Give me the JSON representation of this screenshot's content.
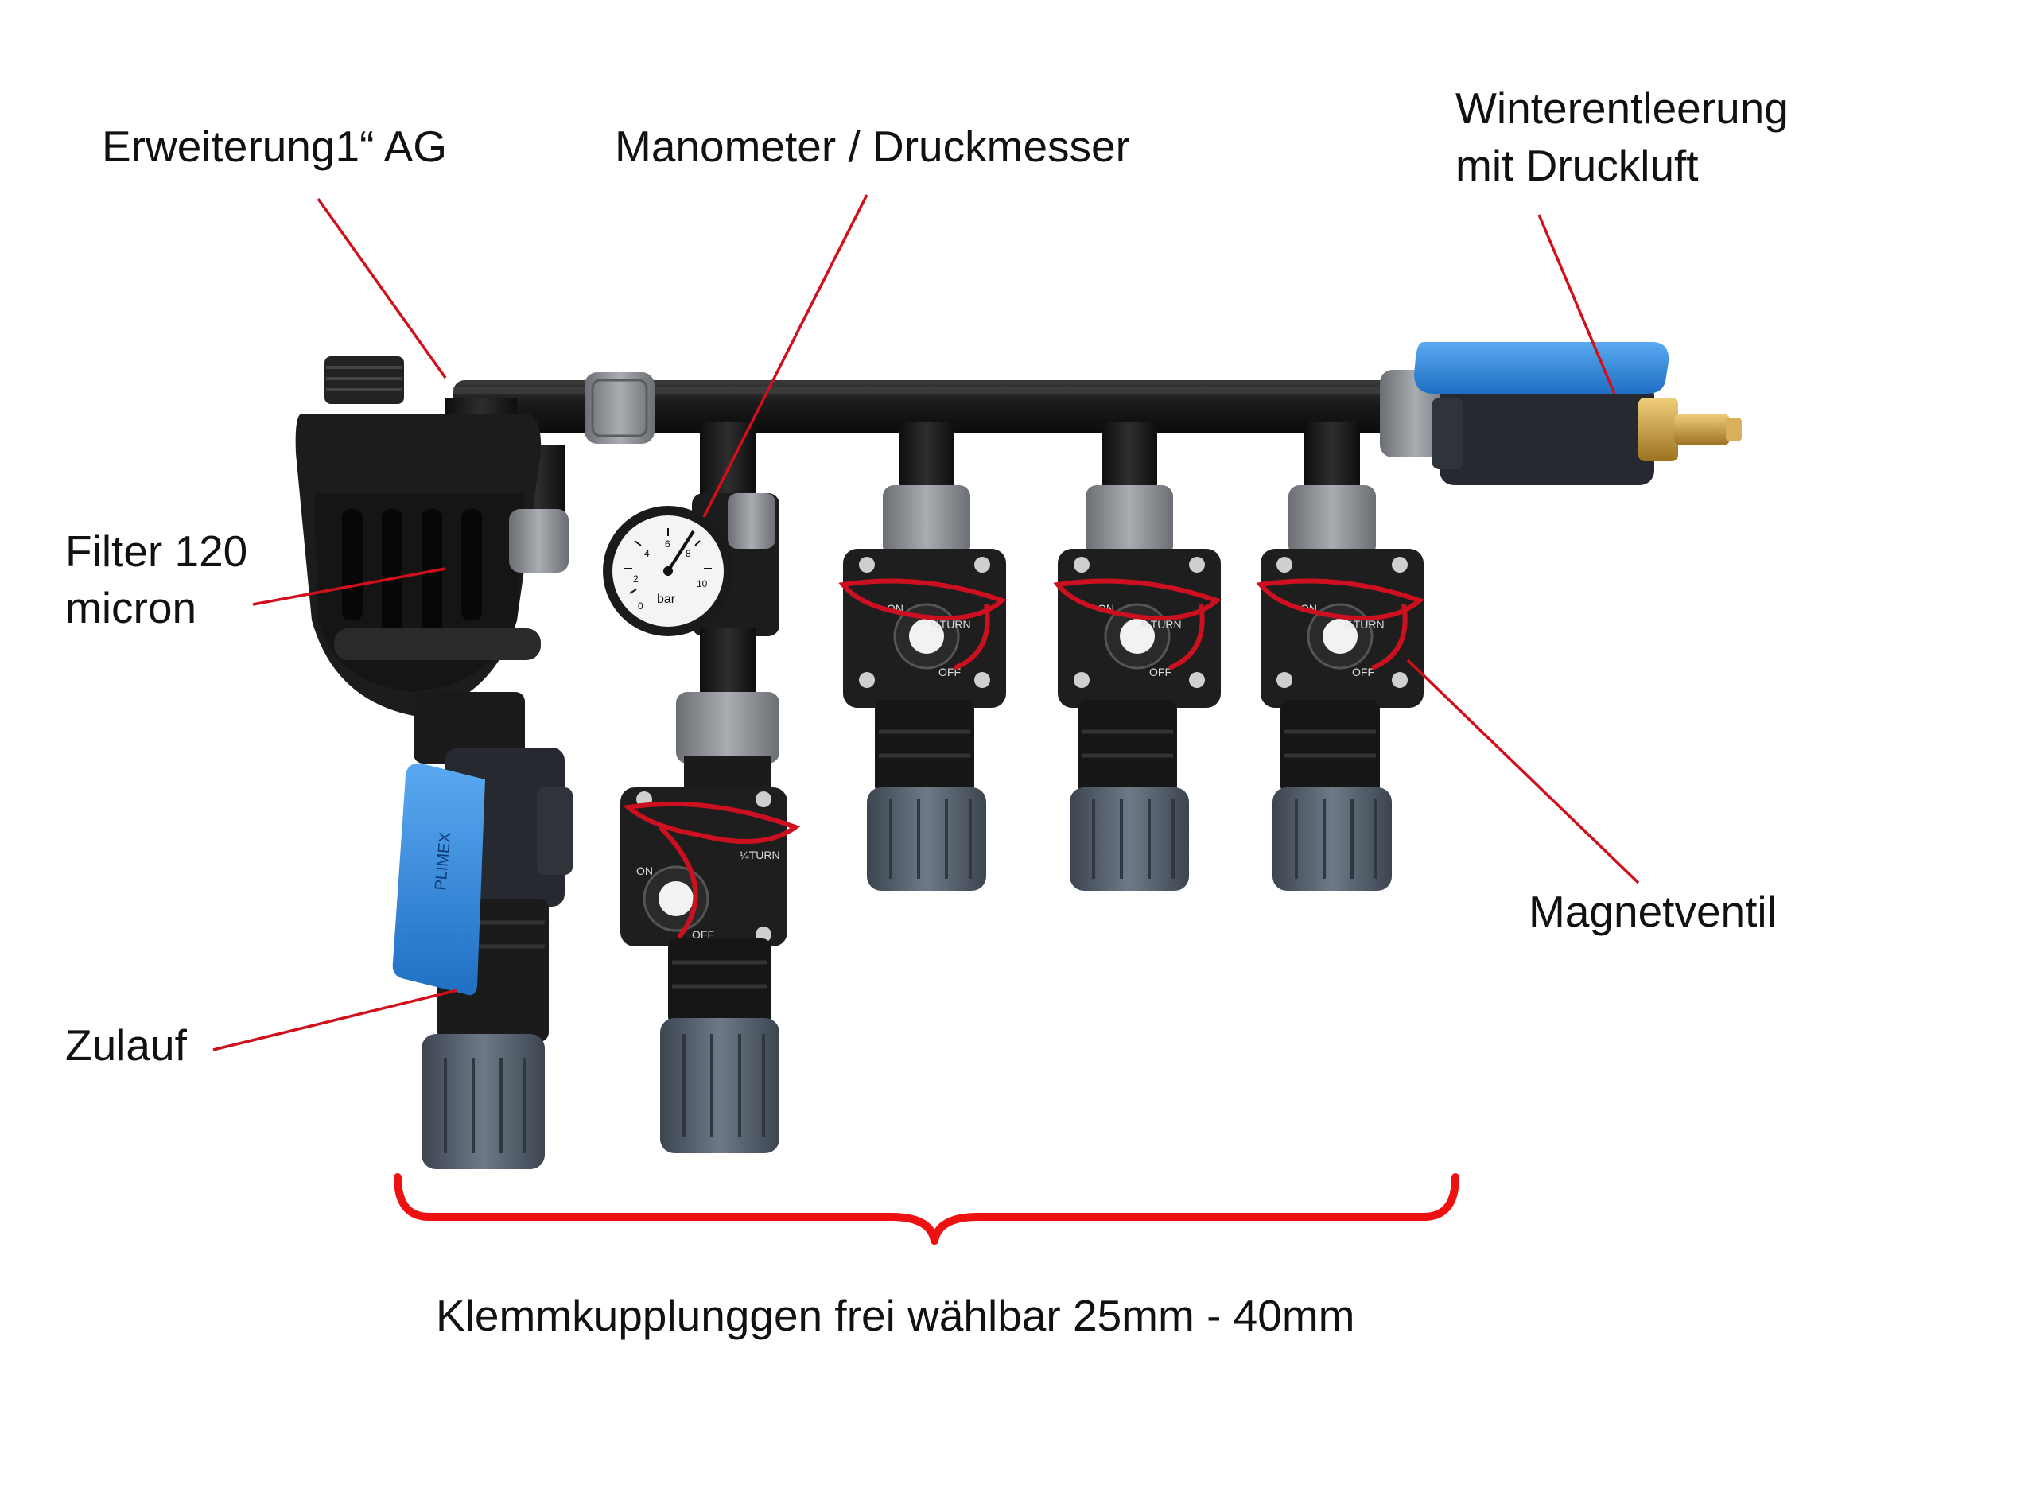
{
  "labels": {
    "erweiterung": "Erweiterung1“ AG",
    "manometer": "Manometer / Druckmesser",
    "winter_line1": "Winterentleerung",
    "winter_line2": "mit Druckluft",
    "filter_line1": "Filter 120",
    "filter_line2": "micron",
    "zulauf": "Zulauf",
    "magnetventil": "Magnetventil",
    "klemm": "Klemmkupplunggen frei wählbar 25mm - 40mm"
  },
  "gauge": {
    "unit": "bar",
    "ticks": [
      "0",
      "2",
      "4",
      "6",
      "8",
      "10"
    ]
  },
  "valve_text": {
    "turn": "¼TURN",
    "on": "ON",
    "off": "OFF"
  },
  "colors": {
    "callout": "#d0101a",
    "brace": "#ee1111",
    "pipe": "#1b1b1b",
    "coupling": "#5b6572",
    "blue_handle": "#2f8ce0",
    "wire": "#cc1020",
    "brass": "#c99a35"
  }
}
